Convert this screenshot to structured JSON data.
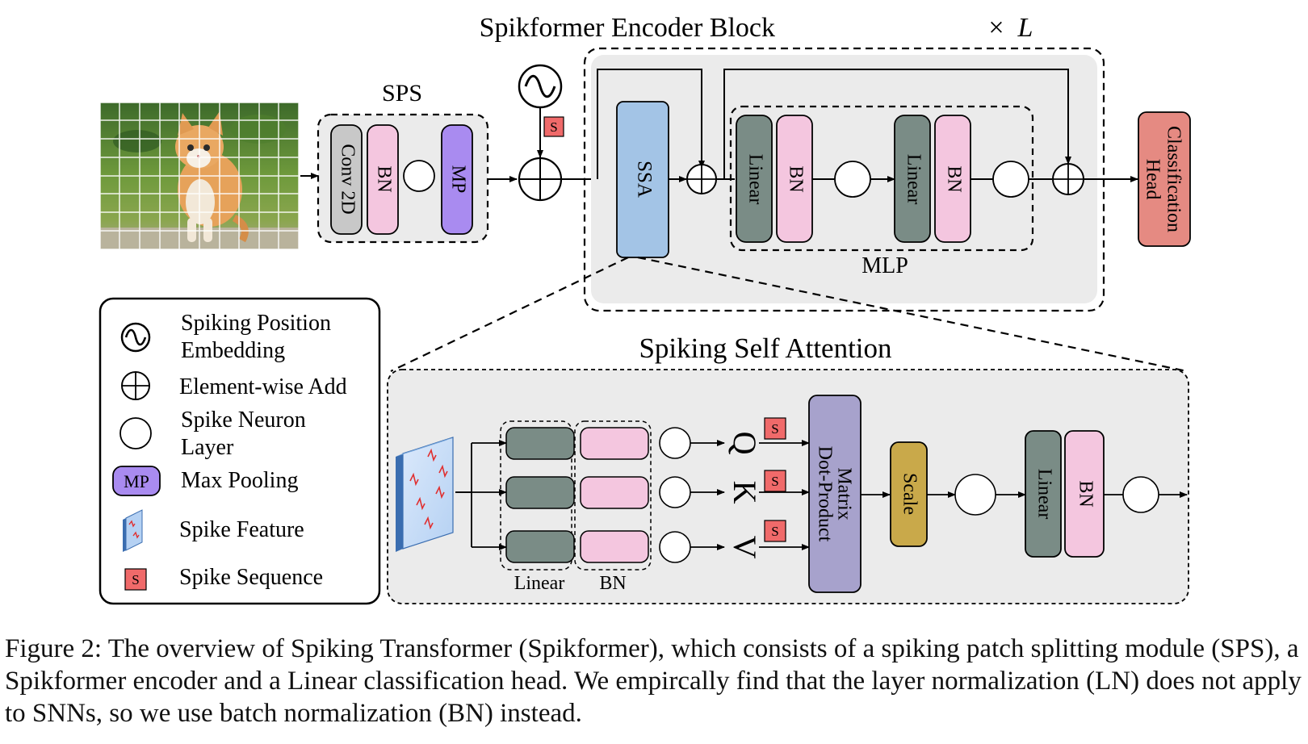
{
  "encoder_title": "Spikformer Encoder Block",
  "encoder_title_times": "×",
  "encoder_title_L": "L",
  "sps": {
    "title": "SPS",
    "conv": "Conv 2D",
    "bn": "BN",
    "mp": "MP"
  },
  "spike_seq_label": "S",
  "encoder": {
    "ssa": "SSA",
    "linear1": "Linear",
    "bn1": "BN",
    "linear2": "Linear",
    "bn2": "BN",
    "mlp_label": "MLP"
  },
  "head": {
    "line1": "Classification",
    "line2": "Head"
  },
  "ssa_detail": {
    "title": "Spiking Self Attention",
    "q": "Q",
    "k": "K",
    "v": "V",
    "matrix_line1": "Matrix",
    "matrix_line2": "Dot-Product",
    "scale": "Scale",
    "linear": "Linear",
    "bn": "BN",
    "col_linear": "Linear",
    "col_bn": "BN"
  },
  "legend": [
    {
      "icon": "sine-icon",
      "line1": "Spiking Position",
      "line2": "Embedding"
    },
    {
      "icon": "add-icon",
      "line1": "Element-wise Add",
      "line2": ""
    },
    {
      "icon": "neuron-icon",
      "line1": "Spike Neuron",
      "line2": "Layer"
    },
    {
      "icon": "mp-icon",
      "badge": "MP",
      "line1": "Max Pooling",
      "line2": ""
    },
    {
      "icon": "spike-feature-icon",
      "line1": "Spike Feature",
      "line2": ""
    },
    {
      "icon": "spike-sequence-icon",
      "badge": "S",
      "line1": "Spike Sequence",
      "line2": ""
    }
  ],
  "caption": "Figure 2: The overview of Spiking Transformer (Spikformer), which consists of a spiking patch splitting module (SPS), a Spikformer encoder and a Linear classification head. We empircally find that the layer normalization (LN) does not apply to SNNs, so we use batch normalization (BN) instead.",
  "colors": {
    "conv": "#c8c8c8",
    "bn": "#f4c6df",
    "mp": "#a98bf0",
    "ssa": "#a3c4e6",
    "linear": "#7a8c86",
    "head": "#e58a82",
    "matrix": "#a7a2cc",
    "scale": "#c9a94a",
    "spike_seq": "#f06a6a",
    "panel": "#ececec"
  }
}
